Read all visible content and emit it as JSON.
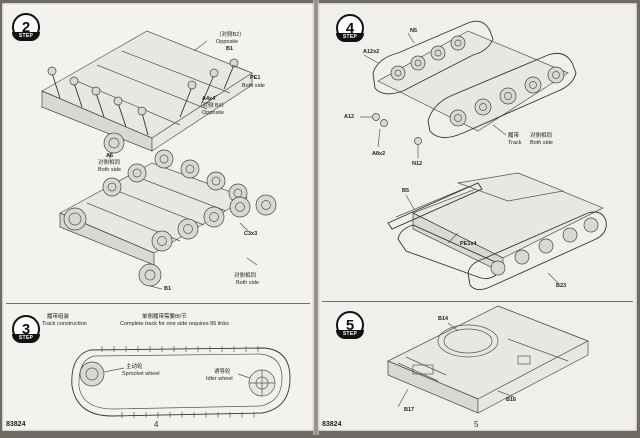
{
  "left_page": {
    "step2": {
      "number": "2",
      "badge_text": "STEP",
      "labels": {
        "opposite_cn": "（对侧B2）",
        "opposite_en": "Opposite",
        "b1": "B1",
        "pd": "PE1",
        "both_side_1": "Both side",
        "a4": "A4x4",
        "a4_cn": "（对侧 B4）",
        "opposite_2": "Opposite",
        "a6": "A6",
        "cn_both_1": "对侧相同",
        "both_side_2": "Both side",
        "c3": "C3x3",
        "cn_both_2": "对侧相同",
        "both_side_3": "Both side",
        "b1_bottom": "B1"
      }
    },
    "step3": {
      "number": "3",
      "badge_text": "STEP",
      "title_cn": "履带组装",
      "title_en": "Track construction",
      "complete_cn": "单侧履带需要86节",
      "complete_en": "Complete track for one side requires 86 links",
      "sprocket_cn": "主动轮",
      "sprocket_en": "Sprocket wheel",
      "idler_cn": "诱导轮",
      "idler_en": "Idler wheel"
    },
    "footer_code": "83824",
    "page_number": "4"
  },
  "right_page": {
    "step4": {
      "number": "4",
      "badge_text": "STEP",
      "labels": {
        "a12x2": "A12x2",
        "n5": "N5",
        "a12": "A12",
        "a8x2": "A8x2",
        "n12": "N12",
        "track_cn": "履带",
        "track_en": "Track",
        "both_cn": "对侧相同",
        "both_en": "Both side",
        "b5": "B5",
        "pe1x4": "PE1x4",
        "b23": "B23"
      }
    },
    "step5": {
      "number": "5",
      "badge_text": "STEP",
      "labels": {
        "b14": "B14",
        "b17": "B17",
        "b16": "B16"
      }
    },
    "footer_code": "83824",
    "page_number": "5"
  }
}
